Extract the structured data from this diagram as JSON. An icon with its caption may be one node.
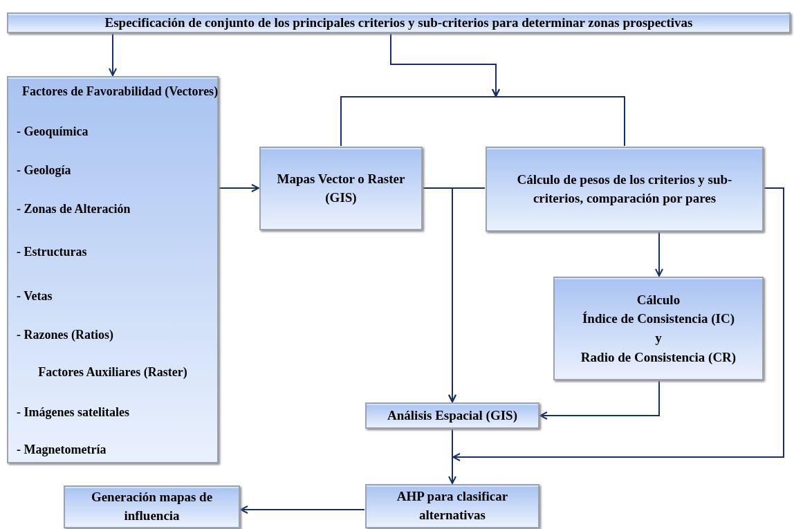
{
  "diagram": {
    "nodes": [
      {
        "text": [
          "Especificación de conjunto de los principales criterios y sub-criterios para determinar zonas prospectivas"
        ]
      },
      {
        "text": [
          "Factores de Favorabilidad (Vectores)",
          "- Geoquímica",
          "- Geología",
          "- Zonas de Alteración",
          "- Estructuras",
          "- Vetas",
          "- Razones (Ratios)",
          "Factores Auxiliares (Raster)",
          "- Imágenes satelitales",
          "- Magnetometría"
        ]
      },
      {
        "text": [
          "Mapas Vector o Raster (GIS)"
        ]
      },
      {
        "text": [
          "Cálculo de pesos de los criterios y sub-criterios, comparación por pares"
        ]
      },
      {
        "text": [
          "Cálculo",
          "Índice de Consistencia (IC)",
          "y",
          "Radio de Consistencia (CR)"
        ]
      },
      {
        "text": [
          "Análisis Espacial (GIS)"
        ]
      },
      {
        "text": [
          "AHP para clasificar alternativas"
        ]
      },
      {
        "text": [
          "Generación mapas de influencia"
        ]
      }
    ],
    "edges": [
      {
        "from": 0,
        "to": 1,
        "arrow": "to"
      },
      {
        "from": 0,
        "to": 2,
        "arrow": "to"
      },
      {
        "from": 0,
        "to": 3,
        "arrow": "to"
      },
      {
        "from": 1,
        "to": 2,
        "arrow": "to"
      },
      {
        "from": 2,
        "to": 5,
        "arrow": "to"
      },
      {
        "from": 3,
        "to": 5,
        "arrow": "to"
      },
      {
        "from": 3,
        "to": 4,
        "arrow": "to"
      },
      {
        "from": 4,
        "to": 5,
        "arrow": "to"
      },
      {
        "from": 3,
        "to": 6,
        "arrow": "to"
      },
      {
        "from": 5,
        "to": 6,
        "arrow": "to"
      },
      {
        "from": 6,
        "to": 7,
        "arrow": "to"
      }
    ]
  }
}
